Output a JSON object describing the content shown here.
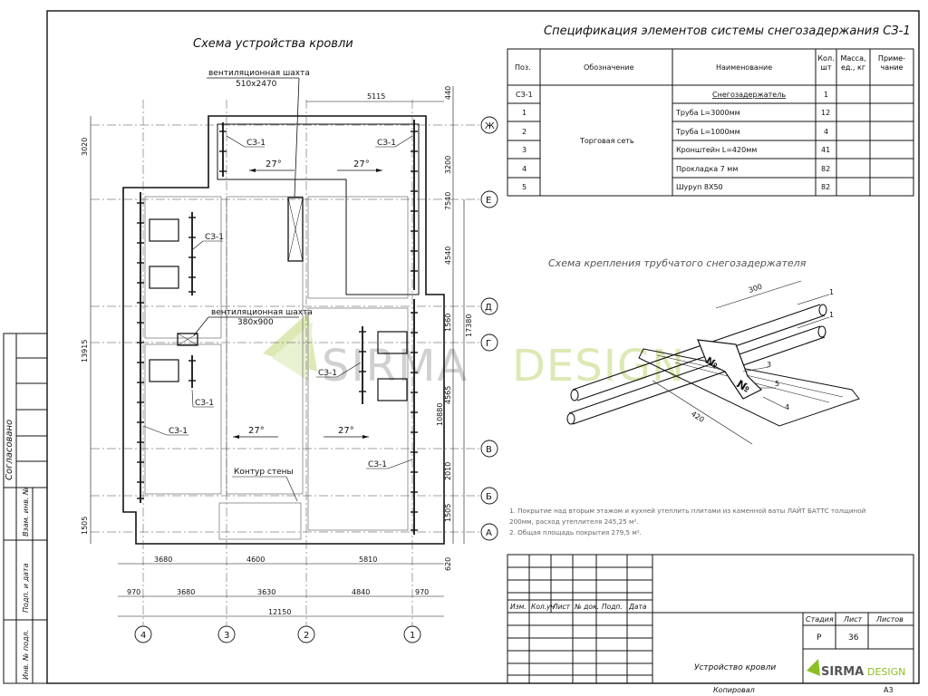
{
  "roof_scheme": {
    "title": "Схема устройства кровли",
    "vent_shaft_top_label": "вентиляционная шахта",
    "vent_shaft_top_size": "510х2470",
    "vent_shaft_mid_label": "вентиляционная шахта",
    "vent_shaft_mid_size": "380х900",
    "wall_contour_label": "Контур стены",
    "snow_guard_label": "СЗ-1",
    "slope_label": "27°",
    "axes_letters": [
      "Ж",
      "Е",
      "Д",
      "Г",
      "В",
      "Б",
      "А"
    ],
    "axes_numbers": [
      "4",
      "3",
      "2",
      "1"
    ],
    "dims_top": "5115",
    "dims_right_outer": [
      "440",
      "3200",
      "7540",
      "4540",
      "1560",
      "4565",
      "2010",
      "1505",
      "620"
    ],
    "dims_right_combined": [
      "17380",
      "10880"
    ],
    "dims_left": [
      "3020",
      "13915",
      "1505"
    ],
    "dims_bottom_row1": [
      "3680",
      "4600",
      "5810"
    ],
    "dims_bottom_row2": [
      "970",
      "3680",
      "3630",
      "4840",
      "970"
    ],
    "dims_bottom_total": "12150"
  },
  "spec_table": {
    "title": "Спецификация элементов системы снегозадержания СЗ-1",
    "headers": [
      "Поз.",
      "Обозначение",
      "Наименование",
      "Кол. шт",
      "Масса, ед., кг",
      "Приме-чание"
    ],
    "designation": "Торговая сеть",
    "rows": [
      {
        "pos": "СЗ-1",
        "name": "Снегозадержатель",
        "qty": "1"
      },
      {
        "pos": "1",
        "name": "Труба L=3000мм",
        "qty": "12"
      },
      {
        "pos": "2",
        "name": "Труба L=1000мм",
        "qty": "4"
      },
      {
        "pos": "3",
        "name": "Кронштейн L=420мм",
        "qty": "41"
      },
      {
        "pos": "4",
        "name": "Прокладка 7 мм",
        "qty": "82"
      },
      {
        "pos": "5",
        "name": "Шуруп 8Х50",
        "qty": "82"
      }
    ]
  },
  "mount_scheme": {
    "title": "Схема крепления трубчатого снегозадержателя",
    "dim_300": "300",
    "dim_420": "420",
    "callouts": [
      "1",
      "1",
      "3",
      "5",
      "4"
    ]
  },
  "notes": {
    "line1": "1. Покрытие над вторым этажом и кухней  утеплить плитами из каменной ваты ЛАЙТ БАТТС толщиной",
    "line2": "200мм, расход утеплителя 245,25 м².",
    "line3": "2. Общая площадь покрытия 279,5 м²."
  },
  "left_stamp": {
    "agreed": "Согласовано",
    "vzam": "Взам. инв. №",
    "podp": "Подп. и дата",
    "inv": "Инв. № подл."
  },
  "title_block": {
    "headers": [
      "Изм.",
      "Кол.уч",
      "Лист",
      "№ док.",
      "Подп.",
      "Дата"
    ],
    "stage_header": "Стадия",
    "sheet_header": "Лист",
    "sheets_header": "Листов",
    "stage": "Р",
    "sheet": "36",
    "sheets": "",
    "doc_title": "Устройство кровли",
    "logo_sirma": "SIRMA",
    "logo_design": "DESIGN"
  },
  "footer": {
    "copied": "Копировал",
    "format": "А3"
  },
  "watermark": {
    "sirma": "SIRMA",
    "design": "DESIGN"
  },
  "colors": {
    "watermark_grey": "#c8c8c8",
    "watermark_green": "#d6e6a8",
    "logo_green": "#8cbf26",
    "ink": "#111111"
  }
}
